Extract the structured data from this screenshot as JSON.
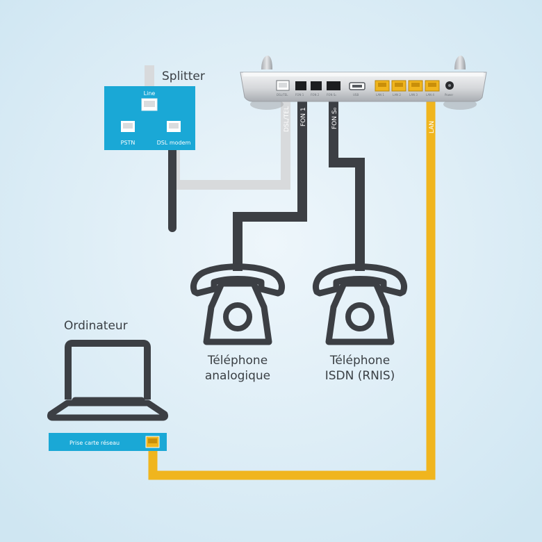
{
  "colors": {
    "background_center": "#eef6fb",
    "background_edge": "#cfe6f2",
    "cable_dark": "#3c3f44",
    "cable_light": "#d8dadc",
    "cable_lan": "#f0b51e",
    "splitter_blue": "#1aa8d6",
    "network_bar_blue": "#1aa8d6",
    "phone_stroke": "#3c3f44",
    "router_body": "#c9ccd0"
  },
  "splitter": {
    "title": "Splitter",
    "port_line": "Line",
    "port_pstn": "PSTN",
    "port_dsl_modem": "DSL modem"
  },
  "cables": {
    "dsl_tel": "DSL/TEL",
    "fon1": "FON 1",
    "fon_s0": "FON S₀",
    "lan": "LAN"
  },
  "router": {
    "port_labels": [
      "DSL/TEL",
      "FON 1",
      "FON 2",
      "FON S₀",
      "USB",
      "LAN 1",
      "LAN 2",
      "LAN 3",
      "LAN 4",
      "Power"
    ]
  },
  "phones": {
    "analog_line1": "Téléphone",
    "analog_line2": "analogique",
    "isdn_line1": "Téléphone",
    "isdn_line2": "ISDN (RNIS)"
  },
  "computer": {
    "title": "Ordinateur",
    "network_card": "Prise carte réseau"
  },
  "icons": {
    "phone": "rotary-phone-icon",
    "laptop": "laptop-icon",
    "port": "rj-port-icon"
  }
}
